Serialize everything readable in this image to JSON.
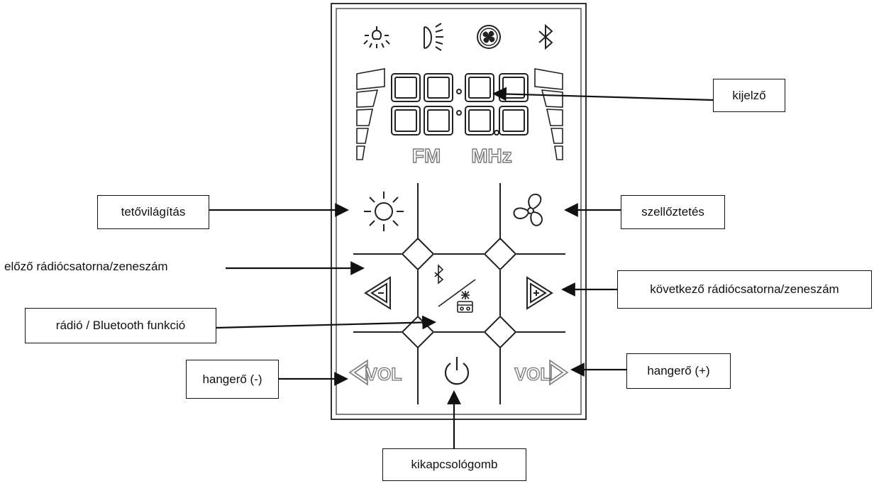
{
  "panel": {
    "display": {
      "digits": "88:8.8",
      "band": "FM",
      "unit": "MHz"
    },
    "vol_text_left": "VOL",
    "vol_text_right": "VOL",
    "icons": [
      "ceiling-light-icon",
      "headlight-icon",
      "fan-icon",
      "bluetooth-icon",
      "sun-icon",
      "fan-button-icon",
      "prev-icon",
      "bt-radio-icon",
      "next-icon",
      "vol-down-icon",
      "power-icon",
      "vol-up-icon"
    ]
  },
  "callouts": {
    "display": "kijelző",
    "ceiling_light": "tetővilágítás",
    "ventilation": "szellőztetés",
    "previous": "előző rádiócsatorna/zeneszám",
    "next": "következő rádiócsatorna/zeneszám",
    "radio_bluetooth": "rádió / Bluetooth funkció",
    "volume_down": "hangerő (-)",
    "volume_up": "hangerő (+)",
    "power": "kikapcsológomb"
  }
}
